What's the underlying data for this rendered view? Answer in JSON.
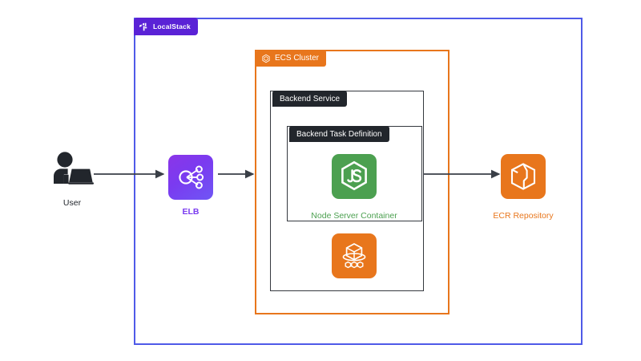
{
  "diagram": {
    "title": "LocalStack ECS architecture diagram",
    "background": "#ffffff"
  },
  "boundaries": {
    "localstack": {
      "label": "LocalStack",
      "border_color": "#4f5ae8",
      "badge_color": "#5a22d6",
      "icon": "localstack-logo-icon"
    },
    "ecs_cluster": {
      "label": "ECS Cluster",
      "border_color": "#e8761c",
      "badge_color": "#e8761c",
      "icon": "ecs-hexagon-icon"
    },
    "backend_service": {
      "label": "Backend Service",
      "border_color": "#35393f",
      "badge_color": "#22262c"
    },
    "backend_task_definition": {
      "label": "Backend Task Definition",
      "border_color": "#35393f",
      "badge_color": "#22262c"
    }
  },
  "nodes": {
    "user": {
      "label": "User",
      "icon": "user-at-laptop-icon",
      "color": "#22262c"
    },
    "elb": {
      "label": "ELB",
      "icon": "elastic-load-balancer-icon",
      "color": "#7a3bf0"
    },
    "node_server_container": {
      "label": "Node Server Container",
      "icon": "nodejs-icon",
      "color": "#4ca050"
    },
    "ecs_container": {
      "label": "",
      "icon": "ecs-container-cube-icon",
      "color": "#e8761c"
    },
    "ecr_repository": {
      "label": "ECR Repository",
      "icon": "ecr-cube-icon",
      "color": "#e8761c"
    }
  },
  "connections": [
    {
      "name": "user-to-elb",
      "from": "user",
      "to": "elb",
      "color": "#3a3f47"
    },
    {
      "name": "elb-to-ecs-cluster",
      "from": "elb",
      "to": "ecs_cluster",
      "color": "#3a3f47"
    },
    {
      "name": "task-to-ecr",
      "from": "backend_task_definition",
      "to": "ecr_repository",
      "color": "#3a3f47"
    }
  ]
}
